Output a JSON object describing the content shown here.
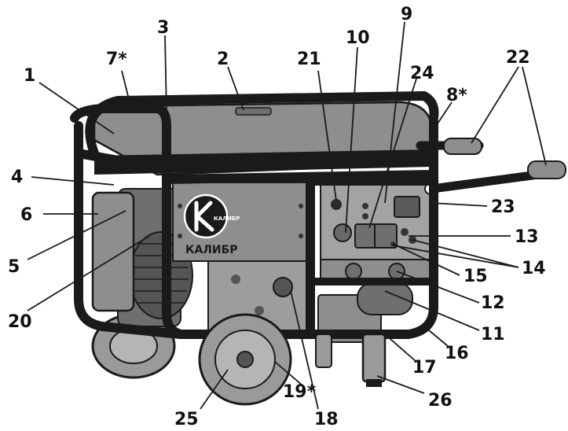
{
  "diagram": {
    "brand_logo_text": "КАЛИБР",
    "brand_logo_mark": "КАЛИБР",
    "colors": {
      "frame": "#1a1a1a",
      "body": "#8e8e8e",
      "body_dark": "#6f6f6f",
      "panel": "#a3a3a3",
      "tire": "#9a9a9a",
      "ink": "#111111"
    },
    "callouts": [
      {
        "id": "c1",
        "text": "1"
      },
      {
        "id": "c2",
        "text": "2"
      },
      {
        "id": "c3",
        "text": "3"
      },
      {
        "id": "c4",
        "text": "4"
      },
      {
        "id": "c5",
        "text": "5"
      },
      {
        "id": "c6",
        "text": "6"
      },
      {
        "id": "c7",
        "text": "7*"
      },
      {
        "id": "c8",
        "text": "8*"
      },
      {
        "id": "c9",
        "text": "9"
      },
      {
        "id": "c10",
        "text": "10"
      },
      {
        "id": "c11",
        "text": "11"
      },
      {
        "id": "c12",
        "text": "12"
      },
      {
        "id": "c13",
        "text": "13"
      },
      {
        "id": "c14",
        "text": "14"
      },
      {
        "id": "c15",
        "text": "15"
      },
      {
        "id": "c16",
        "text": "16"
      },
      {
        "id": "c17",
        "text": "17"
      },
      {
        "id": "c18",
        "text": "18"
      },
      {
        "id": "c19",
        "text": "19*"
      },
      {
        "id": "c20",
        "text": "20"
      },
      {
        "id": "c21",
        "text": "21"
      },
      {
        "id": "c22",
        "text": "22"
      },
      {
        "id": "c23",
        "text": "23"
      },
      {
        "id": "c24",
        "text": "24"
      },
      {
        "id": "c25",
        "text": "25"
      },
      {
        "id": "c26",
        "text": "26"
      }
    ]
  }
}
